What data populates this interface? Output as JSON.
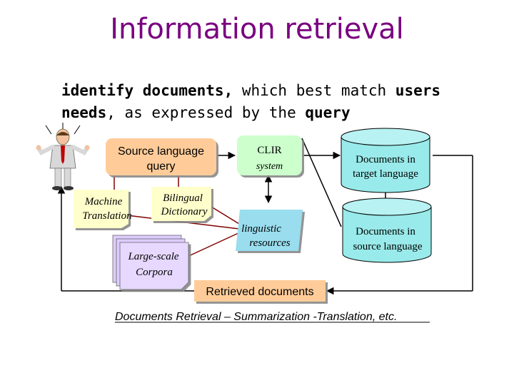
{
  "title": "Information retrieval",
  "subtitle": {
    "part1_bold": "identify documents,",
    "part2": " which best match ",
    "part3_bold": "users needs",
    "part4": ", as expressed by the ",
    "part5_bold": "query"
  },
  "nodes": {
    "source_query": [
      "Source language",
      "query"
    ],
    "clir": [
      "CLIR",
      "system"
    ],
    "docs_target": [
      "Documents in",
      "target language"
    ],
    "machine_translation": [
      "Machine",
      "Translation"
    ],
    "bilingual_dictionary": [
      "Bilingual",
      "Dictionary"
    ],
    "linguistic_resources": [
      "linguistic",
      "resources"
    ],
    "docs_source": [
      "Documents in",
      "source language"
    ],
    "corpora": [
      "Large-scale",
      "Corpora"
    ],
    "retrieved": "Retrieved documents"
  },
  "caption": "Documents Retrieval – Summarization -Translation, etc.",
  "colors": {
    "title": "#7a0080",
    "query_box": "#ffcc99",
    "clir_box": "#ccffcc",
    "cylinder": "#99eaea",
    "note": "#ffffcc",
    "corpora": "#ddccff",
    "retrieved_box": "#ffcc99",
    "dark_red_line": "#800000"
  }
}
